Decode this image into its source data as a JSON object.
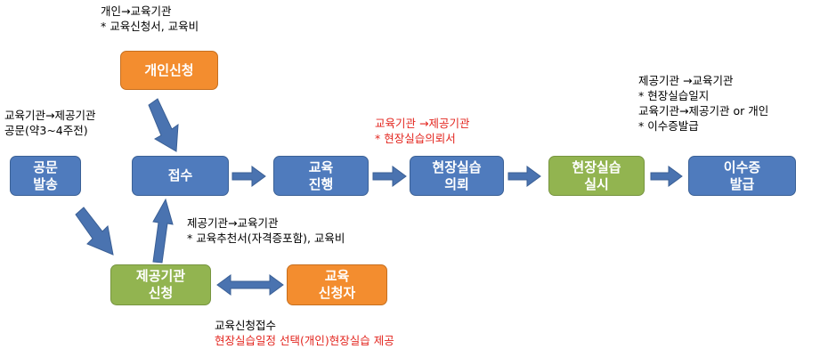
{
  "boxes": {
    "gongmun": {
      "line1": "공문",
      "line2": "발송"
    },
    "jeopsu": {
      "line1": "접수"
    },
    "gyoyuk": {
      "line1": "교육",
      "line2": "진행"
    },
    "uiroe": {
      "line1": "현장실습",
      "line2": "의뢰"
    },
    "silsi": {
      "line1": "현장실습",
      "line2": "실시"
    },
    "isujeung": {
      "line1": "이수증",
      "line2": "발급"
    },
    "gaein": {
      "line1": "개인신청"
    },
    "jegong": {
      "line1": "제공기관",
      "line2": "신청"
    },
    "sincheongja": {
      "line1": "교육",
      "line2": "신청자"
    }
  },
  "notes": {
    "top": {
      "l1": "개인→교육기관",
      "l2": " * 교육신청서, 교육비"
    },
    "left": {
      "l1": "교육기관→제공기관",
      "l2": "공문(약3~4주전)"
    },
    "middle_red": {
      "l1": "교육기관 →제공기관",
      "l2": " * 현장실습의뢰서"
    },
    "right": {
      "l1": "제공기관 →교육기관",
      "l2": " * 현장실습일지",
      "l3": "교육기관→제공기관 or 개인",
      "l4": " * 이수증발급"
    },
    "center": {
      "l1": "제공기관→교육기관",
      "l2": " * 교육추천서(자격증포함), 교육비"
    },
    "bottom": {
      "l1": "교육신청접수",
      "l2": "현장실습일정 선택(개인)현장실습 제공"
    }
  },
  "colors": {
    "blue": "#4f7bbd",
    "green": "#92b450",
    "orange": "#f38d2f",
    "arrow": "#4a73b0",
    "red_text": "#e3261f"
  }
}
